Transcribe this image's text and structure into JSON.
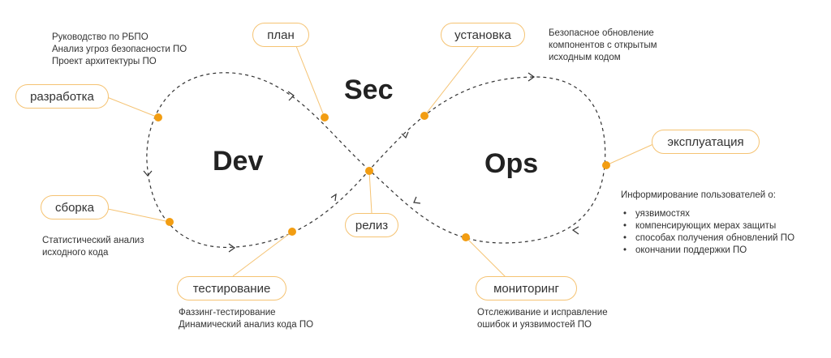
{
  "diagram": {
    "big_labels": {
      "sec": "Sec",
      "dev": "Dev",
      "ops": "Ops"
    },
    "stages": {
      "plan": "план",
      "install": "установка",
      "development": "разработка",
      "operation": "эксплуатация",
      "build": "сборка",
      "release": "релиз",
      "testing": "тестирование",
      "monitoring": "мониторинг"
    },
    "notes": {
      "plan": [
        "Руководство по РБПО",
        "Анализ угроз безопасности ПО",
        "Проект архитектуры ПО"
      ],
      "install": [
        "Безопасное обновление",
        "компонентов с открытым",
        "исходным кодом"
      ],
      "operation_title": "Информирование пользователей о:",
      "operation_items": [
        "уязвимостях",
        "компенсирующих мерах защиты",
        "способах получения обновлений ПО",
        "окончании поддержки ПО"
      ],
      "build": [
        "Статистический анализ",
        "исходного кода"
      ],
      "testing": [
        "Фаззинг-тестирование",
        "Динамический анализ кода ПО"
      ],
      "monitoring": [
        "Отслеживание и исправление",
        "ошибок и уязвимостей ПО"
      ]
    },
    "colors": {
      "accent": "#f29d12",
      "pill_border": "#f5c373",
      "loop": "#333333"
    }
  }
}
